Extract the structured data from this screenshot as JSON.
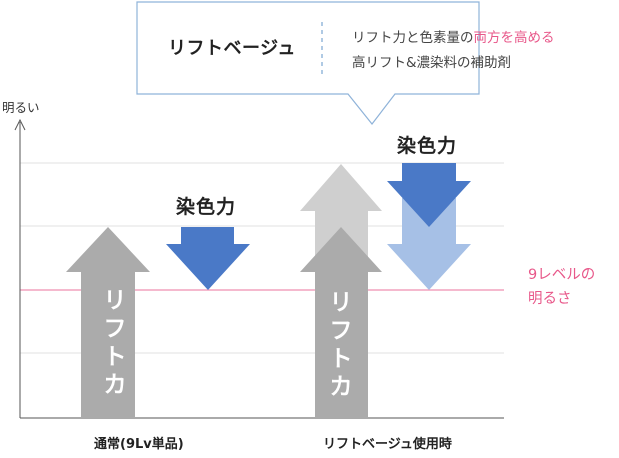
{
  "callout": {
    "title": "リフトベージュ",
    "line1_prefix": "リフト力と色素量の",
    "line1_highlight": "両方を高める",
    "line2": "高リフト&濃染料の補助剤"
  },
  "y_axis": {
    "label": "明るい"
  },
  "dye_label_normal": "染色力",
  "dye_label_beige": "染色力",
  "lift_label_normal": [
    "リ",
    "フ",
    "ト",
    "カ"
  ],
  "lift_label_beige": [
    "リ",
    "フ",
    "ト",
    "カ"
  ],
  "level_line": {
    "line1": "9レベルの",
    "line2": "明るさ"
  },
  "categories": {
    "normal": "通常(9Lv単品)",
    "beige": "リフトベージュ使用時"
  },
  "colors": {
    "lift_gray": "#ababab",
    "lift_light_gray": "#cfcfcf",
    "dye_blue": "#4a79c7",
    "dye_light_blue": "#a6c0e6",
    "level_pink": "#ef8fb0",
    "accent_pink": "#e8588a"
  }
}
